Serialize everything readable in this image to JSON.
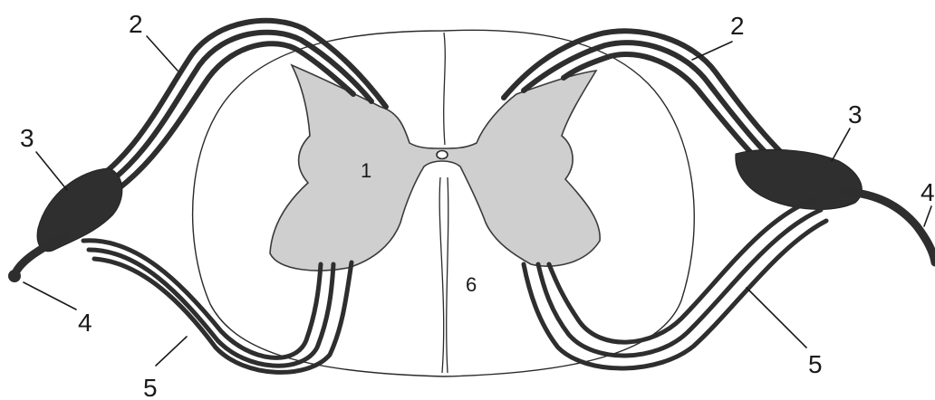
{
  "diagram": {
    "labels": {
      "n1": "1",
      "n2_left": "2",
      "n2_right": "2",
      "n3_left": "3",
      "n3_right": "3",
      "n4_left": "4",
      "n4_right": "4",
      "n5_left": "5",
      "n5_right": "5",
      "n6": "6"
    },
    "colors": {
      "grey_matter": "#cfcfcf",
      "nerve": "#2e2e2e",
      "outline": "#2a2a2a",
      "background": "#ffffff"
    }
  }
}
